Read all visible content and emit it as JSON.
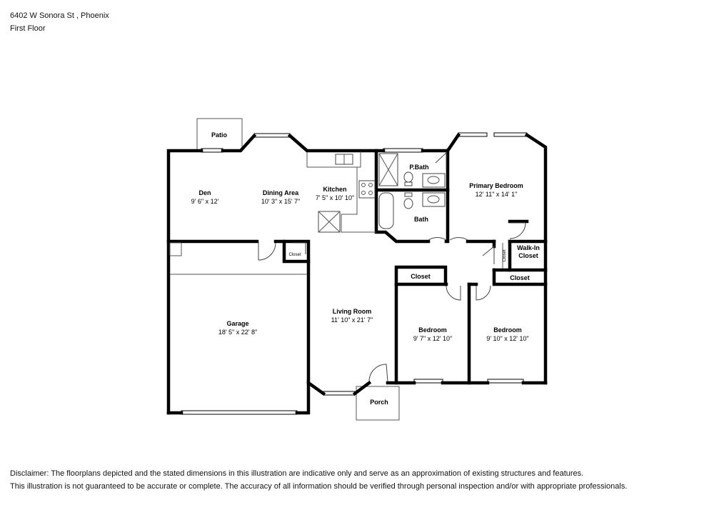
{
  "header": {
    "address": "6402 W Sonora St , Phoenix",
    "floor": "First Floor"
  },
  "rooms": {
    "patio": {
      "name": "Patio"
    },
    "den": {
      "name": "Den",
      "dims": "9' 6\" x 12'"
    },
    "dining": {
      "name": "Dining Area",
      "dims": "10' 3\" x 15' 7\""
    },
    "kitchen": {
      "name": "Kitchen",
      "dims": "7' 5\" x 10' 10\""
    },
    "pbath": {
      "name": "P.Bath"
    },
    "bath": {
      "name": "Bath"
    },
    "primary": {
      "name": "Primary Bedroom",
      "dims": "12' 11\" x 14' 1\""
    },
    "walkin": {
      "name1": "Walk-In",
      "name2": "Closet"
    },
    "closet_small_left": {
      "name": "Closet"
    },
    "closet_vertical": {
      "name": "Closet"
    },
    "closet_bed1": {
      "name": "Closet"
    },
    "closet_bed2": {
      "name": "Closet"
    },
    "garage": {
      "name": "Garage",
      "dims": "18' 5\" x 22' 8\""
    },
    "living": {
      "name": "Living Room",
      "dims": "11' 10\" x 21' 7\""
    },
    "bedroom1": {
      "name": "Bedroom",
      "dims": "9' 7\" x 12' 10\""
    },
    "bedroom2": {
      "name": "Bedroom",
      "dims": "9' 10\" x 12' 10\""
    },
    "porch": {
      "name": "Porch"
    }
  },
  "disclaimer": {
    "line1": "Disclaimer: The floorplans depicted and the stated dimensions in this illustration are indicative only and serve as an approximation of existing structures and features.",
    "line2": "This illustration is not guaranteed to be accurate or complete. The accuracy of all information should be verified through personal inspection and/or with appropriate professionals."
  }
}
